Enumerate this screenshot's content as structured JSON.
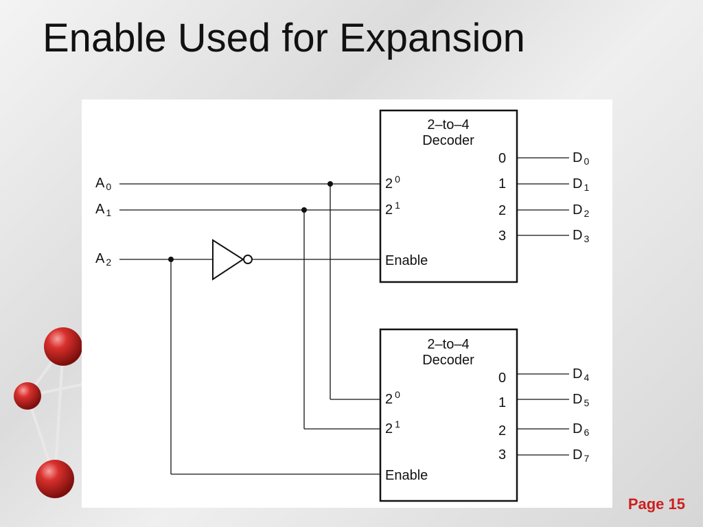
{
  "title": "Enable Used for Expansion",
  "page_label": "Page 15",
  "decoders": [
    {
      "title_line1": "2–to–4",
      "title_line2": "Decoder",
      "in0_base": "2",
      "in0_exp": "0",
      "in1_base": "2",
      "in1_exp": "1",
      "enable": "Enable",
      "outputs": [
        "0",
        "1",
        "2",
        "3"
      ],
      "out_names": [
        {
          "base": "D",
          "sub": "0"
        },
        {
          "base": "D",
          "sub": "1"
        },
        {
          "base": "D",
          "sub": "2"
        },
        {
          "base": "D",
          "sub": "3"
        }
      ]
    },
    {
      "title_line1": "2–to–4",
      "title_line2": "Decoder",
      "in0_base": "2",
      "in0_exp": "0",
      "in1_base": "2",
      "in1_exp": "1",
      "enable": "Enable",
      "outputs": [
        "0",
        "1",
        "2",
        "3"
      ],
      "out_names": [
        {
          "base": "D",
          "sub": "4"
        },
        {
          "base": "D",
          "sub": "5"
        },
        {
          "base": "D",
          "sub": "6"
        },
        {
          "base": "D",
          "sub": "7"
        }
      ]
    }
  ],
  "inputs": [
    {
      "base": "A",
      "sub": "0"
    },
    {
      "base": "A",
      "sub": "1"
    },
    {
      "base": "A",
      "sub": "2"
    }
  ]
}
